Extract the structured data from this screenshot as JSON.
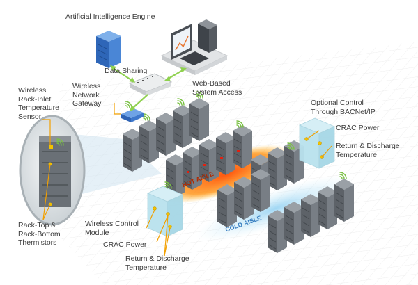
{
  "labels": {
    "ai_engine": "Artificial Intelligence Engine",
    "data_sharing": "Data Sharing",
    "web_access": "Web-Based\nSystem Access",
    "gateway": "Wireless\nNetwork\nGateway",
    "rack_inlet_sensor": "Wireless\nRack-Inlet\nTemperature\nSensor",
    "thermistors": "Rack-Top &\nRack-Bottom\nThermistors",
    "bacnet": "Optional Control\nThrough BACNet/IP",
    "crac_power_top": "CRAC Power",
    "return_discharge_top": "Return & Discharge\nTemperature",
    "control_module": "Wireless Control\nModule",
    "crac_power_bottom": "CRAC Power",
    "return_discharge_bottom": "Return & Discharge\nTemperature",
    "hot_aisle": "HOT AISLE",
    "cold_aisle": "COLD AISLE"
  },
  "colors": {
    "leader": "#f2a000",
    "link": "#8fd14f",
    "hot": "#ff5a00",
    "cold": "#9fd4f0",
    "rack": "#5d6268",
    "rack_top": "#9aa0a6",
    "crac": "#b9e2ee"
  },
  "icons": [
    "server-tower-icon",
    "workstation-icon",
    "network-switch-icon",
    "wireless-gateway-icon",
    "wifi-icon"
  ]
}
